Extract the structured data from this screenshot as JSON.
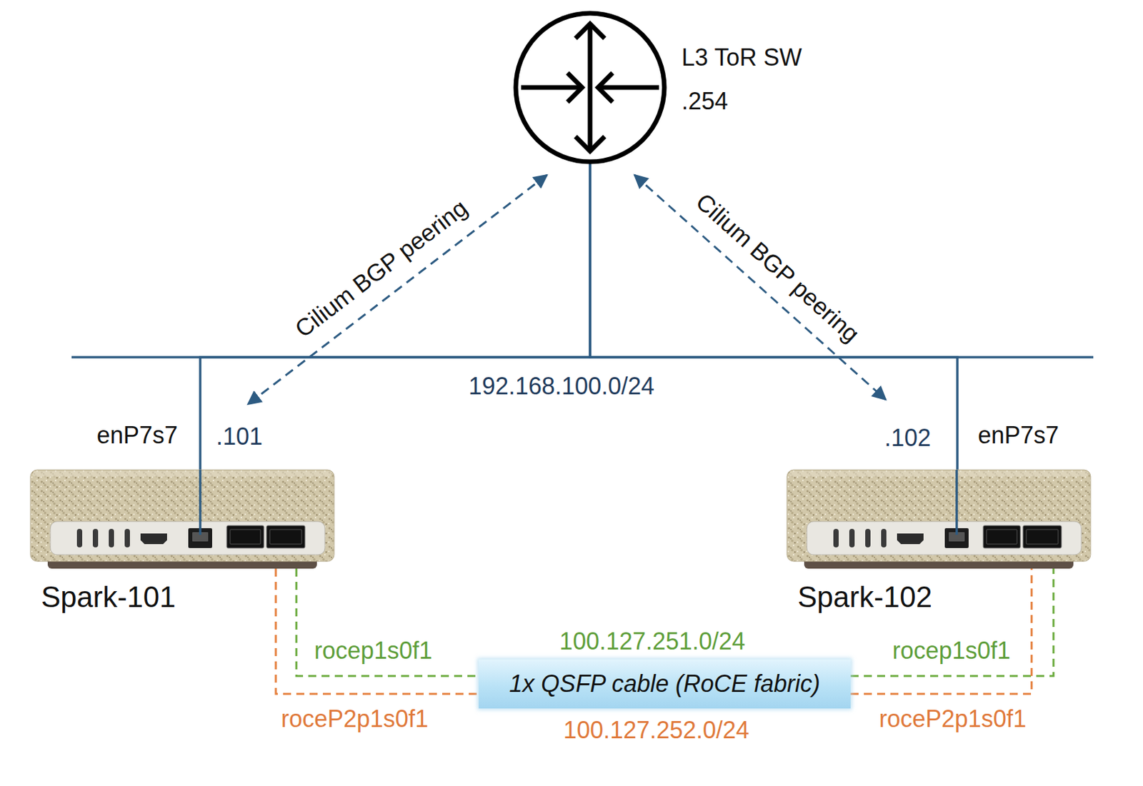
{
  "diagram": {
    "nodes": [
      {
        "text": [
          "L3 ToR SW",
          ".254"
        ]
      },
      {
        "text": [
          "Spark-101"
        ]
      },
      {
        "text": [
          "Spark-102"
        ]
      },
      {
        "text": [
          "1x QSFP cable (RoCE fabric)"
        ]
      }
    ],
    "edges": [
      {
        "from": 0,
        "to": 1,
        "arrow": "none"
      },
      {
        "from": 0,
        "to": 2,
        "arrow": "none"
      },
      {
        "from": 0,
        "to": 1,
        "arrow": "both",
        "label": "Cilium BGP peering"
      },
      {
        "from": 0,
        "to": 2,
        "arrow": "both",
        "label": "Cilium BGP peering"
      },
      {
        "from": 1,
        "to": 3,
        "arrow": "none"
      },
      {
        "from": 1,
        "to": 3,
        "arrow": "none"
      },
      {
        "from": 3,
        "to": 2,
        "arrow": "none"
      },
      {
        "from": 3,
        "to": 2,
        "arrow": "none"
      }
    ],
    "labels": [
      "192.168.100.0/24",
      "enP7s7",
      ".101",
      ".102",
      "enP7s7",
      "rocep1s0f1",
      "roceP2p1s0f1",
      "100.127.251.0/24",
      "100.127.252.0/24",
      "rocep1s0f1",
      "roceP2p1s0f1"
    ]
  }
}
